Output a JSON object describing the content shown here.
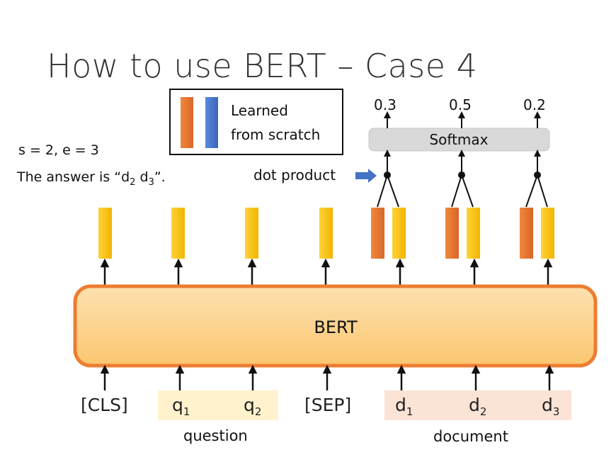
{
  "title": "How to use BERT – Case 4",
  "legend": {
    "line1": "Learned",
    "line2": "from scratch"
  },
  "softmax": {
    "label": "Softmax",
    "outputs": [
      "0.3",
      "0.5",
      "0.2"
    ]
  },
  "dot_product_label": "dot product",
  "answer": {
    "span": "s = 2, e = 3",
    "prefix": "The answer is “d",
    "sub1": "2",
    "mid": " d",
    "sub2": "3",
    "suffix": "”."
  },
  "bert_label": "BERT",
  "tokens": [
    {
      "base": "[CLS]",
      "sub": ""
    },
    {
      "base": "q",
      "sub": "1"
    },
    {
      "base": "q",
      "sub": "2"
    },
    {
      "base": "[SEP]",
      "sub": ""
    },
    {
      "base": "d",
      "sub": "1"
    },
    {
      "base": "d",
      "sub": "2"
    },
    {
      "base": "d",
      "sub": "3"
    }
  ],
  "groups": {
    "question": "question",
    "document": "document"
  },
  "colors": {
    "orange": "#ed7d31",
    "yellow": "#ffc000",
    "blue": "#4472c4",
    "bert_fill": "#fcd08a",
    "bert_border": "#ed7d31",
    "question_bg": "#fff2cc",
    "document_bg": "#fbe3d6",
    "softmax_bg": "#d9d9d9"
  }
}
